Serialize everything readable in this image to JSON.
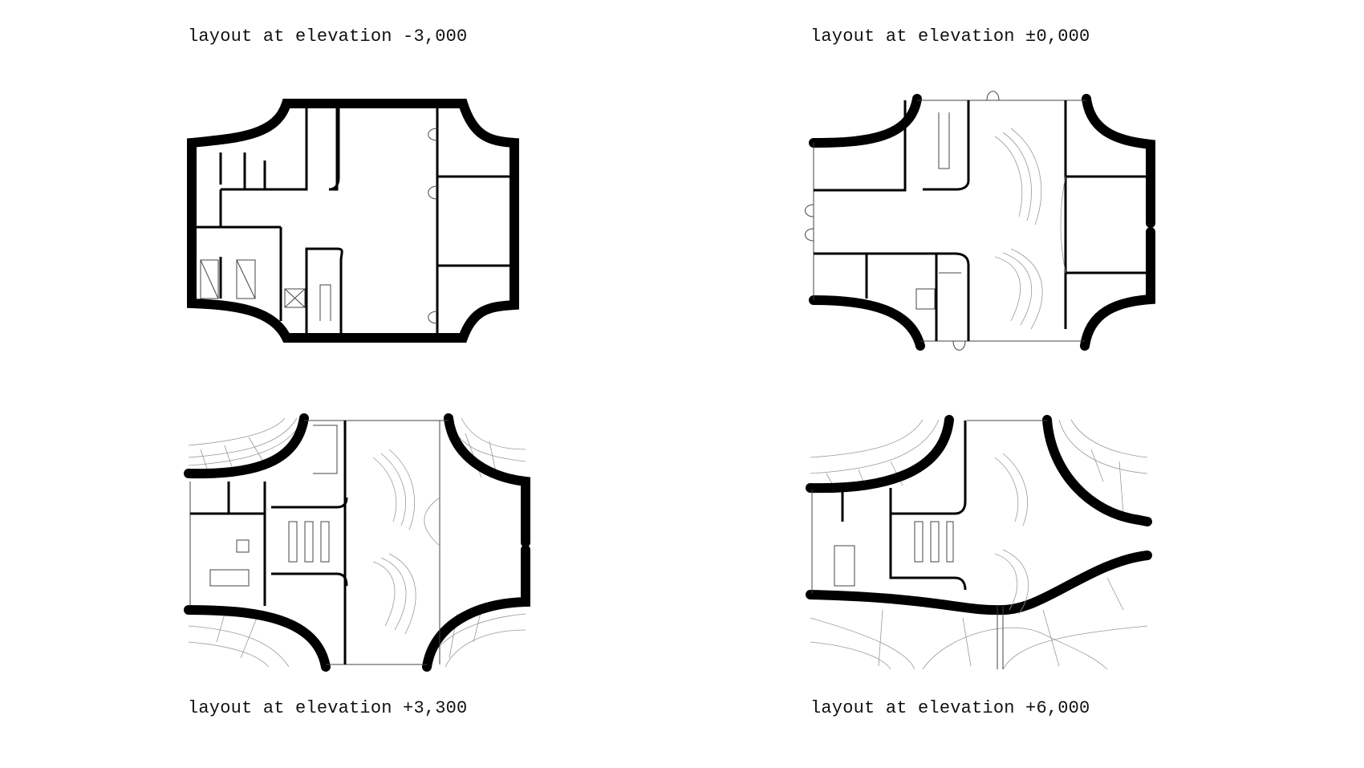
{
  "plans": [
    {
      "label": "layout at elevation -3,000"
    },
    {
      "label": "layout at elevation ±0,000"
    },
    {
      "label": "layout at elevation +3,300"
    },
    {
      "label": "layout at elevation +6,000"
    }
  ],
  "colors": {
    "ink": "#000000",
    "background": "#ffffff",
    "hatch": "#999999"
  }
}
